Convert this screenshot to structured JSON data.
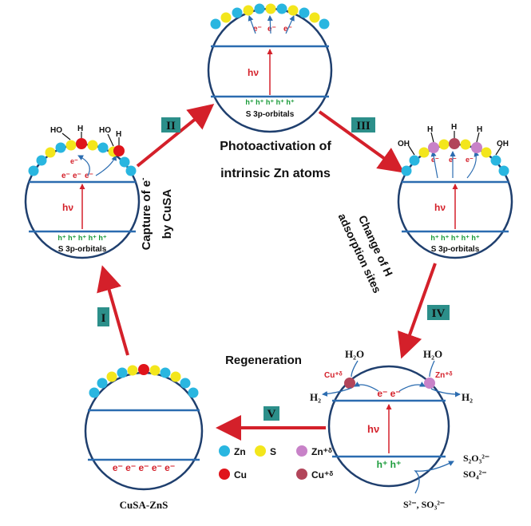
{
  "labels": {
    "photoactivation_line1": "Photoactivation of",
    "photoactivation_line2": "intrinsic Zn atoms",
    "capture_line1": "Capture of e",
    "capture_line1_sup": "-",
    "capture_line2": "by CuSA",
    "change_line1": "Change of H",
    "change_line2": "adsorption sites",
    "regeneration": "Regeneration",
    "cusa_zns": "CuSA-ZnS",
    "s3p": "S 3p-orbitals",
    "hv": "hν",
    "holes": "h⁺ h⁺ h⁺ h⁺ h⁺",
    "holes_two": "h⁺ h⁺",
    "electrons_five": "e⁻ e⁻ e⁻ e⁻ e⁻",
    "electron": "e⁻",
    "electrons_two": "e⁻ e⁻",
    "oh": "OH",
    "ho": "HO",
    "h": "H",
    "h2o": "H₂O",
    "h2": "H₂",
    "cu_delta": "Cu⁺ᵟ",
    "zn_delta": "Zn⁺ᵟ",
    "s2o3": "S₂O₃²⁻",
    "so4": "SO₄²⁻",
    "s2_so3": "S²⁻, SO₃²⁻"
  },
  "steps": {
    "I": "I",
    "II": "II",
    "III": "III",
    "IV": "IV",
    "V": "V"
  },
  "legend": {
    "zn": "Zn",
    "s": "S",
    "zn_delta": "Zn⁺ᵟ",
    "cu": "Cu",
    "cu_delta": "Cu⁺ᵟ"
  },
  "colors": {
    "zn": "#29b6e0",
    "s": "#f3e61c",
    "cu": "#e0141b",
    "zn_delta": "#c882c8",
    "cu_delta": "#b2455a",
    "band": "#2b6cb0",
    "arrow": "#d4202a",
    "step_box": "#2c8f8a",
    "hole_text": "#1a9b3a",
    "electron_text": "#d4202a"
  }
}
